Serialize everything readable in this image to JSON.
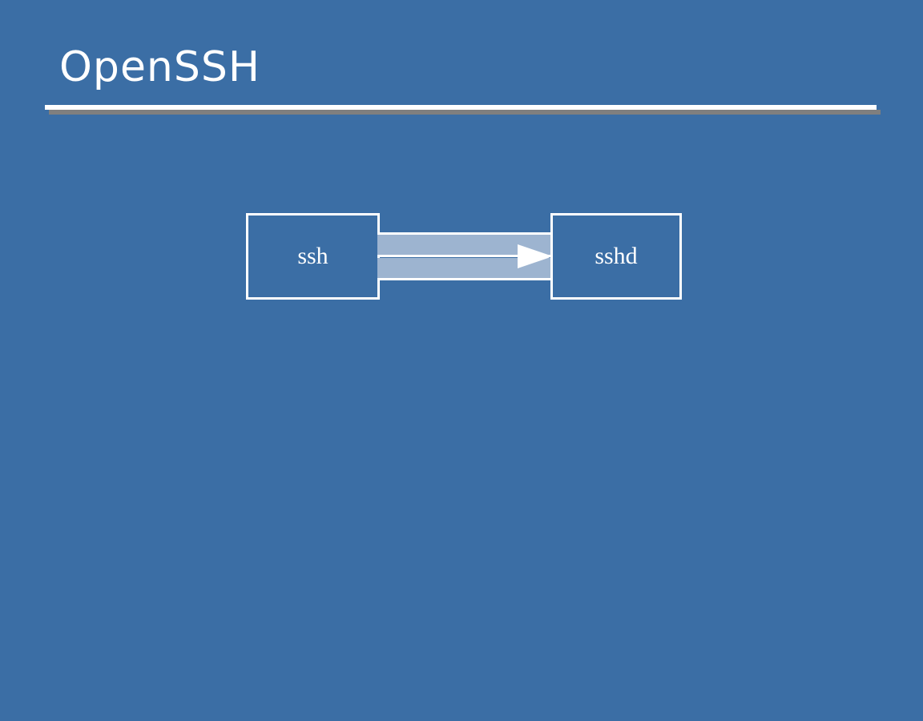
{
  "slide": {
    "title": "OpenSSH",
    "background_color": "#3b6ea5",
    "title_color": "#ffffff",
    "rule_color": "#ffffff",
    "rule_shadow_color": "#7f7f7f"
  },
  "diagram": {
    "type": "flow",
    "accent_color": "#9db4d0",
    "nodes": [
      {
        "id": "ssh",
        "label": "ssh"
      },
      {
        "id": "sshd",
        "label": "sshd"
      }
    ],
    "connector": {
      "from": "ssh",
      "to": "sshd",
      "direction": "right",
      "arrow_color": "#ffffff",
      "band_color": "#9db4d0"
    }
  }
}
